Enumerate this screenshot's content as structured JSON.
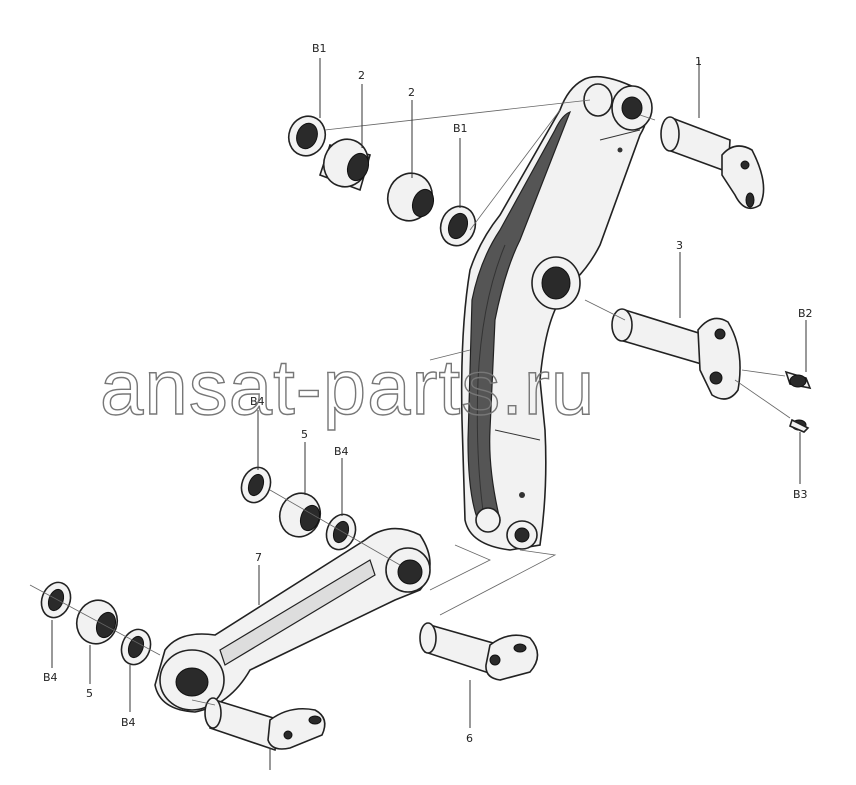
{
  "watermark": "ansat-parts.ru",
  "corner_mark": "",
  "labels": {
    "b1_top_left": "B1",
    "bush2_left": "2",
    "bush2_right": "2",
    "b1_right": "B1",
    "pin1": "1",
    "pin3": "3",
    "b2": "B2",
    "b3": "B3",
    "b4_upper_left": "B4",
    "bush5_upper": "5",
    "b4_upper_right": "B4",
    "link7": "7",
    "b4_lower_left": "B4",
    "bush5_lower": "5",
    "b4_lower_right": "B4",
    "pin6": "6"
  }
}
